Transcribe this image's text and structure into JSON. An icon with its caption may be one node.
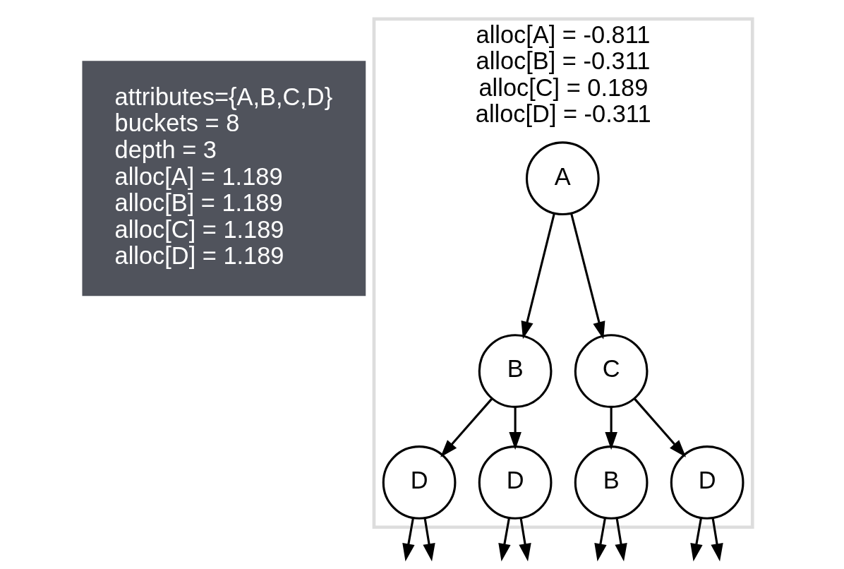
{
  "diagram": {
    "nodes": [
      {
        "text": [
          "attributes={A,B,C,D}",
          "buckets = 8",
          "depth = 3",
          "alloc[A] = 1.189",
          "alloc[B] = 1.189",
          "alloc[C] = 1.189",
          "alloc[D] = 1.189"
        ]
      },
      {
        "text": [
          "alloc[A] = -0.811",
          "alloc[B] = -0.311",
          "alloc[C] = 0.189",
          "alloc[D] = -0.311"
        ]
      },
      {
        "text": [
          "A"
        ],
        "in": 1
      },
      {
        "text": [
          "B"
        ],
        "in": 1
      },
      {
        "text": [
          "C"
        ],
        "in": 1
      },
      {
        "text": [
          "D"
        ],
        "in": 1
      },
      {
        "text": [
          "D"
        ],
        "in": 1
      },
      {
        "text": [
          "B"
        ],
        "in": 1
      },
      {
        "text": [
          "D"
        ],
        "in": 1
      }
    ],
    "edges": [
      {
        "from": 2,
        "to": 3,
        "arrow": "to"
      },
      {
        "from": 2,
        "to": 4,
        "arrow": "to"
      },
      {
        "from": 3,
        "to": 5,
        "arrow": "to"
      },
      {
        "from": 3,
        "to": 6,
        "arrow": "to"
      },
      {
        "from": 4,
        "to": 7,
        "arrow": "to"
      },
      {
        "from": 4,
        "to": 8,
        "arrow": "to"
      },
      {
        "from": 5,
        "to": null,
        "arrow": "to"
      },
      {
        "from": 5,
        "to": null,
        "arrow": "to"
      },
      {
        "from": 6,
        "to": null,
        "arrow": "to"
      },
      {
        "from": 6,
        "to": null,
        "arrow": "to"
      },
      {
        "from": 7,
        "to": null,
        "arrow": "to"
      },
      {
        "from": 7,
        "to": null,
        "arrow": "to"
      },
      {
        "from": 8,
        "to": null,
        "arrow": "to"
      },
      {
        "from": 8,
        "to": null,
        "arrow": "to"
      }
    ]
  }
}
